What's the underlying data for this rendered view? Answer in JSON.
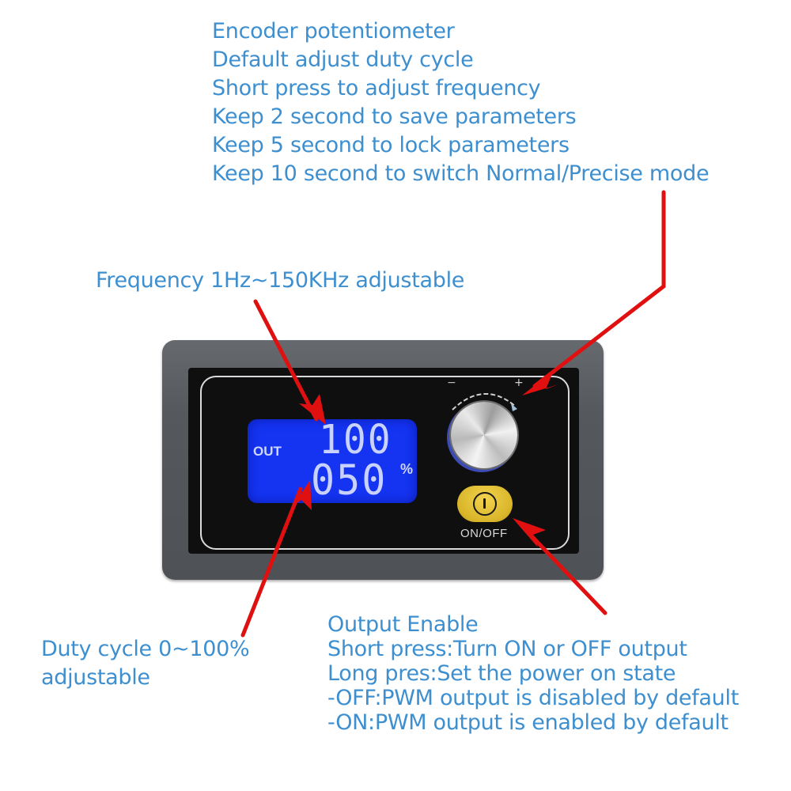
{
  "encoder_notes": {
    "lines": [
      "Encoder potentiometer",
      "Default adjust duty cycle",
      "Short press to adjust frequency",
      "Keep 2 second to save parameters",
      "Keep 5 second to lock parameters",
      "Keep 10 second to switch Normal/Precise mode"
    ]
  },
  "frequency_note": "Frequency 1Hz~150KHz adjustable",
  "duty_note": {
    "lines": [
      "Duty cycle 0~100%",
      "adjustable"
    ]
  },
  "output_notes": {
    "lines": [
      "Output Enable",
      "Short press:Turn ON or OFF output",
      "Long pres:Set the power on state",
      "-OFF:PWM output is disabled by default",
      "-ON:PWM output is enabled by default"
    ]
  },
  "device": {
    "lcd": {
      "out_label": "OUT",
      "frequency_value": "100",
      "duty_value": "050",
      "duty_unit": "%"
    },
    "knob": {
      "minus_symbol": "−",
      "plus_symbol": "+",
      "icon": "rotary-encoder-knob"
    },
    "power_button": {
      "label": "ON/OFF",
      "icon": "power-icon"
    }
  },
  "colors": {
    "annotation_text": "#3d8fcf",
    "arrow": "#e01010",
    "lcd_background": "#1434f2",
    "lcd_segments": "#c9d2ff",
    "button_yellow": "#e2bd30",
    "frame_gray": "#55595d"
  }
}
